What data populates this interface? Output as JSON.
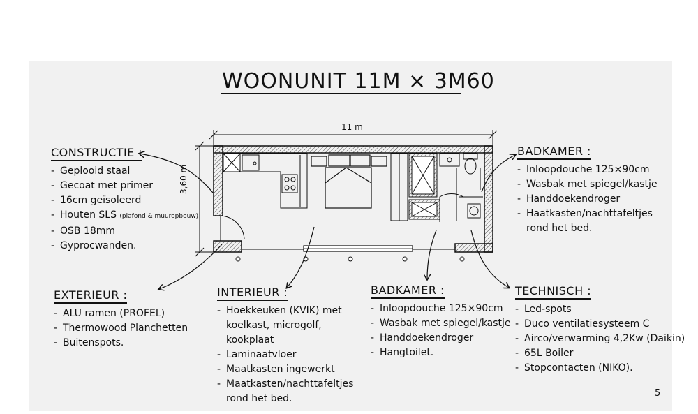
{
  "title": "WOONUNIT   11M × 3M60",
  "dimensions": {
    "length": "11 m",
    "width": "3,60 m"
  },
  "constructie": {
    "heading": "CONSTRUCTIE :",
    "items": [
      {
        "text": "Geplooid staal"
      },
      {
        "text": "Gecoat met primer"
      },
      {
        "text": "16cm geïsoleerd"
      },
      {
        "text": "Houten SLS",
        "note": "(plafond & muuropbouw)"
      },
      {
        "text": "OSB 18mm"
      },
      {
        "text": "Gyprocwanden."
      }
    ]
  },
  "exterieur": {
    "heading": "EXTERIEUR :",
    "items": [
      "ALU ramen (PROFEL)",
      "Thermowood Planchetten",
      "Buitenspots."
    ]
  },
  "interieur": {
    "heading": "INTERIEUR :",
    "items": [
      "Hoekkeuken (KVIK) met koelkast, microgolf, kookplaat",
      "Laminaatvloer",
      "Maatkasten ingewerkt",
      "Maatkasten/nachttafeltjes rond het bed."
    ]
  },
  "badkamer_top": {
    "heading": "BADKAMER :",
    "items": [
      "Inloopdouche 125×90cm",
      "Wasbak met spiegel/kastje",
      "Handdoekendroger",
      "Haatkasten/nachttafeltjes rond het bed."
    ]
  },
  "badkamer_bottom": {
    "heading": "BADKAMER :",
    "items": [
      "Inloopdouche 125×90cm",
      "Wasbak met spiegel/kastje",
      "Handdoekendroger",
      "Hangtoilet."
    ]
  },
  "technisch": {
    "heading": "TECHNISCH :",
    "items": [
      "Led-spots",
      "Duco ventilatiesysteem C",
      "Airco/verwarming 4,2Kw (Daikin)",
      "65L Boiler",
      "Stopcontacten (NIKO)."
    ]
  },
  "page_number": "5"
}
